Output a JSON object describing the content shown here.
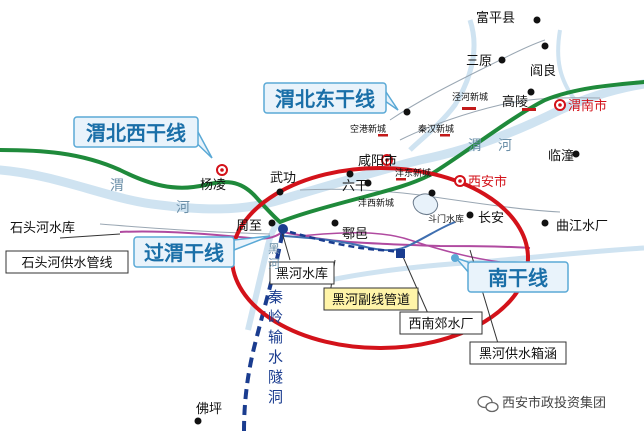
{
  "map": {
    "background": "#ffffff",
    "colors": {
      "river": "#b9d7ea",
      "main_pipeline": "#1f8a3b",
      "tunnel": "#1a3c8f",
      "pink_line": "#b04aa0",
      "blue_line": "#3f6fb0",
      "highlight_ellipse": "#d3121a",
      "callout_fill": "#e9f3fb",
      "callout_border": "#5aa9d6",
      "callout_text": "#1a6fa8",
      "city_dot": "#000000",
      "capital_marker": "#d3121a"
    }
  },
  "callouts": {
    "weibei_west": "渭北西干线",
    "weibei_east": "渭北东干线",
    "guowei": "过渭干线",
    "nan": "南干线"
  },
  "boxes": {
    "shitouhe_pipe": "石头河供水管线",
    "heihe_reservoir": "黑河水库",
    "heihe_fuxian": "黑河副线管道",
    "xinanjiao": "西南郊水厂",
    "heihe_box": "黑河供水箱涵"
  },
  "places": {
    "fuping": "富平县",
    "sanyuan": "三原",
    "yanliang": "阎良",
    "jinghe_xincheng": "泾河新城",
    "gaoling": "高陵",
    "weinan": "渭南市",
    "konggang": "空港新城",
    "qinhan": "秦汉新城",
    "xianyang": "咸阳市",
    "fengdong": "沣东新城",
    "xian": "西安市",
    "lintong": "临潼",
    "yangling": "杨凌",
    "wugong": "武功",
    "liugan": "六干",
    "fengxi": "沣西新城",
    "doumen": "斗门水库",
    "changan": "长安",
    "qujiang": "曲江水厂",
    "shitouhe": "石头河水库",
    "zhouzhi": "周至",
    "huyi": "鄠邑",
    "foping": "佛坪"
  },
  "rivers": {
    "wei_1": "渭",
    "wei_2": "河",
    "wei_3": "渭",
    "wei_4": "河",
    "heihe_1": "黑",
    "heihe_2": "河"
  },
  "tunnel_label": [
    "秦",
    "岭",
    "输",
    "水",
    "隧",
    "洞"
  ],
  "watermark": "西安市政投资集团"
}
